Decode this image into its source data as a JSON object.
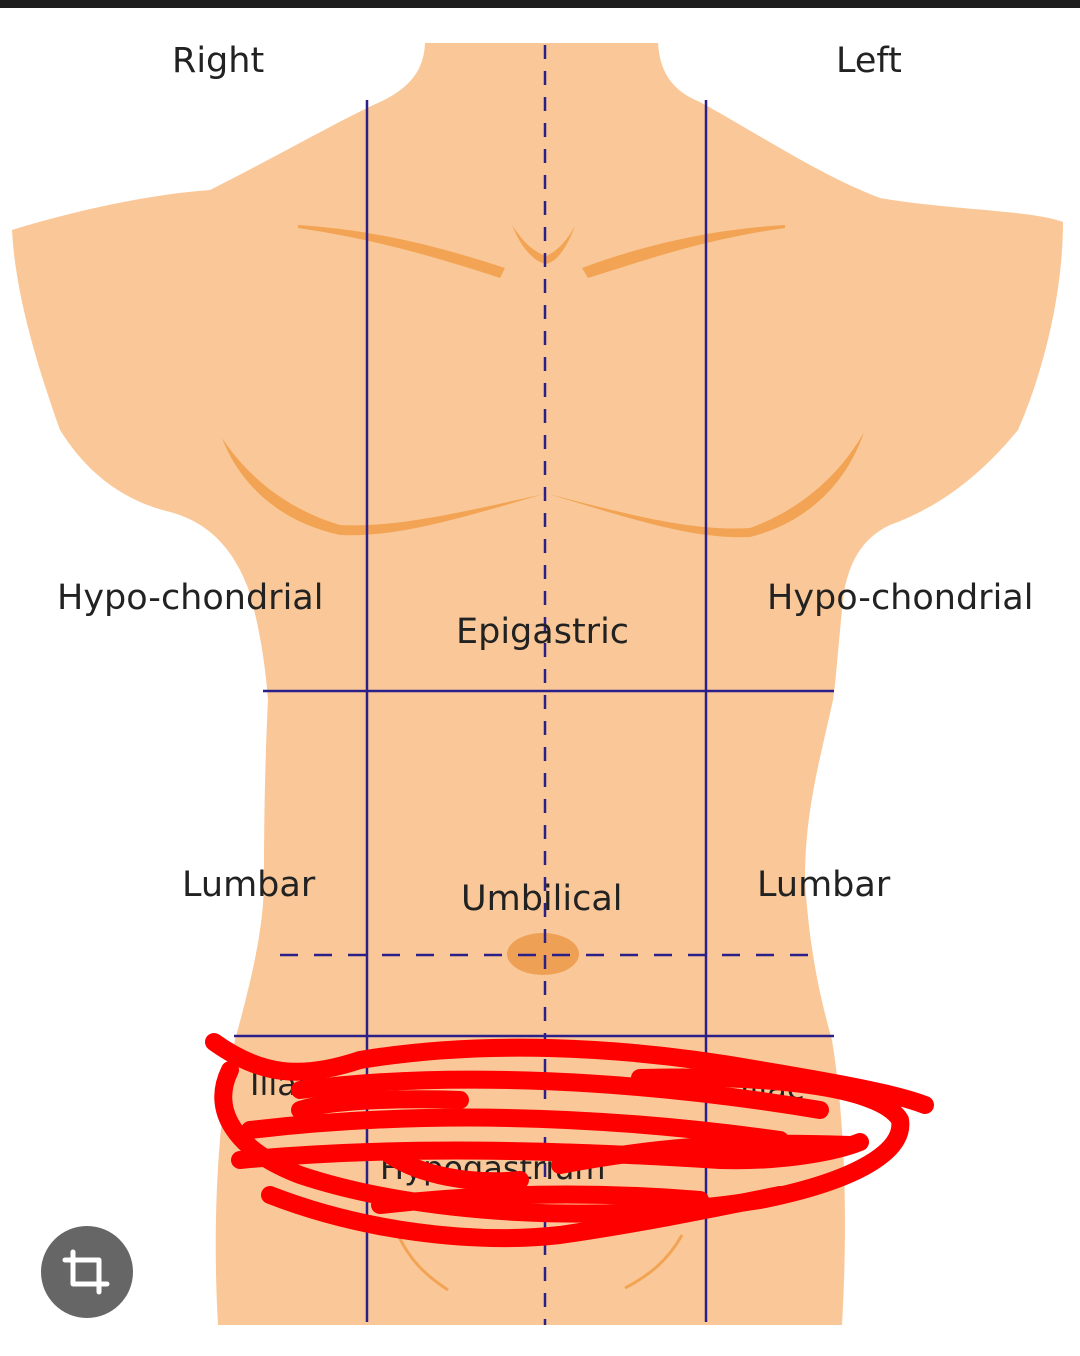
{
  "labels": {
    "right": "Right",
    "left": "Left",
    "hypochondrial_right": "Hypo-chondrial",
    "hypochondrial_left": "Hypo-chondrial",
    "epigastric": "Epigastric",
    "lumbar_right": "Lumbar",
    "lumbar_left": "Lumbar",
    "umbilical": "Umbilical",
    "iliac_right": "Iliac",
    "iliac_left": "Iliac",
    "hypogastrium": "Hypogastrium"
  },
  "colors": {
    "skin": "#fac898",
    "skin_shadow": "#f2a454",
    "navel": "#eea055",
    "region_lines": "#2b1f8a",
    "text": "#222222",
    "scribble": "#ff0000",
    "top_bar": "#1e1e1e",
    "button_bg": "#666666",
    "button_icon": "#ffffff"
  },
  "icons": {
    "edit_button": "crop-rotate-icon"
  }
}
